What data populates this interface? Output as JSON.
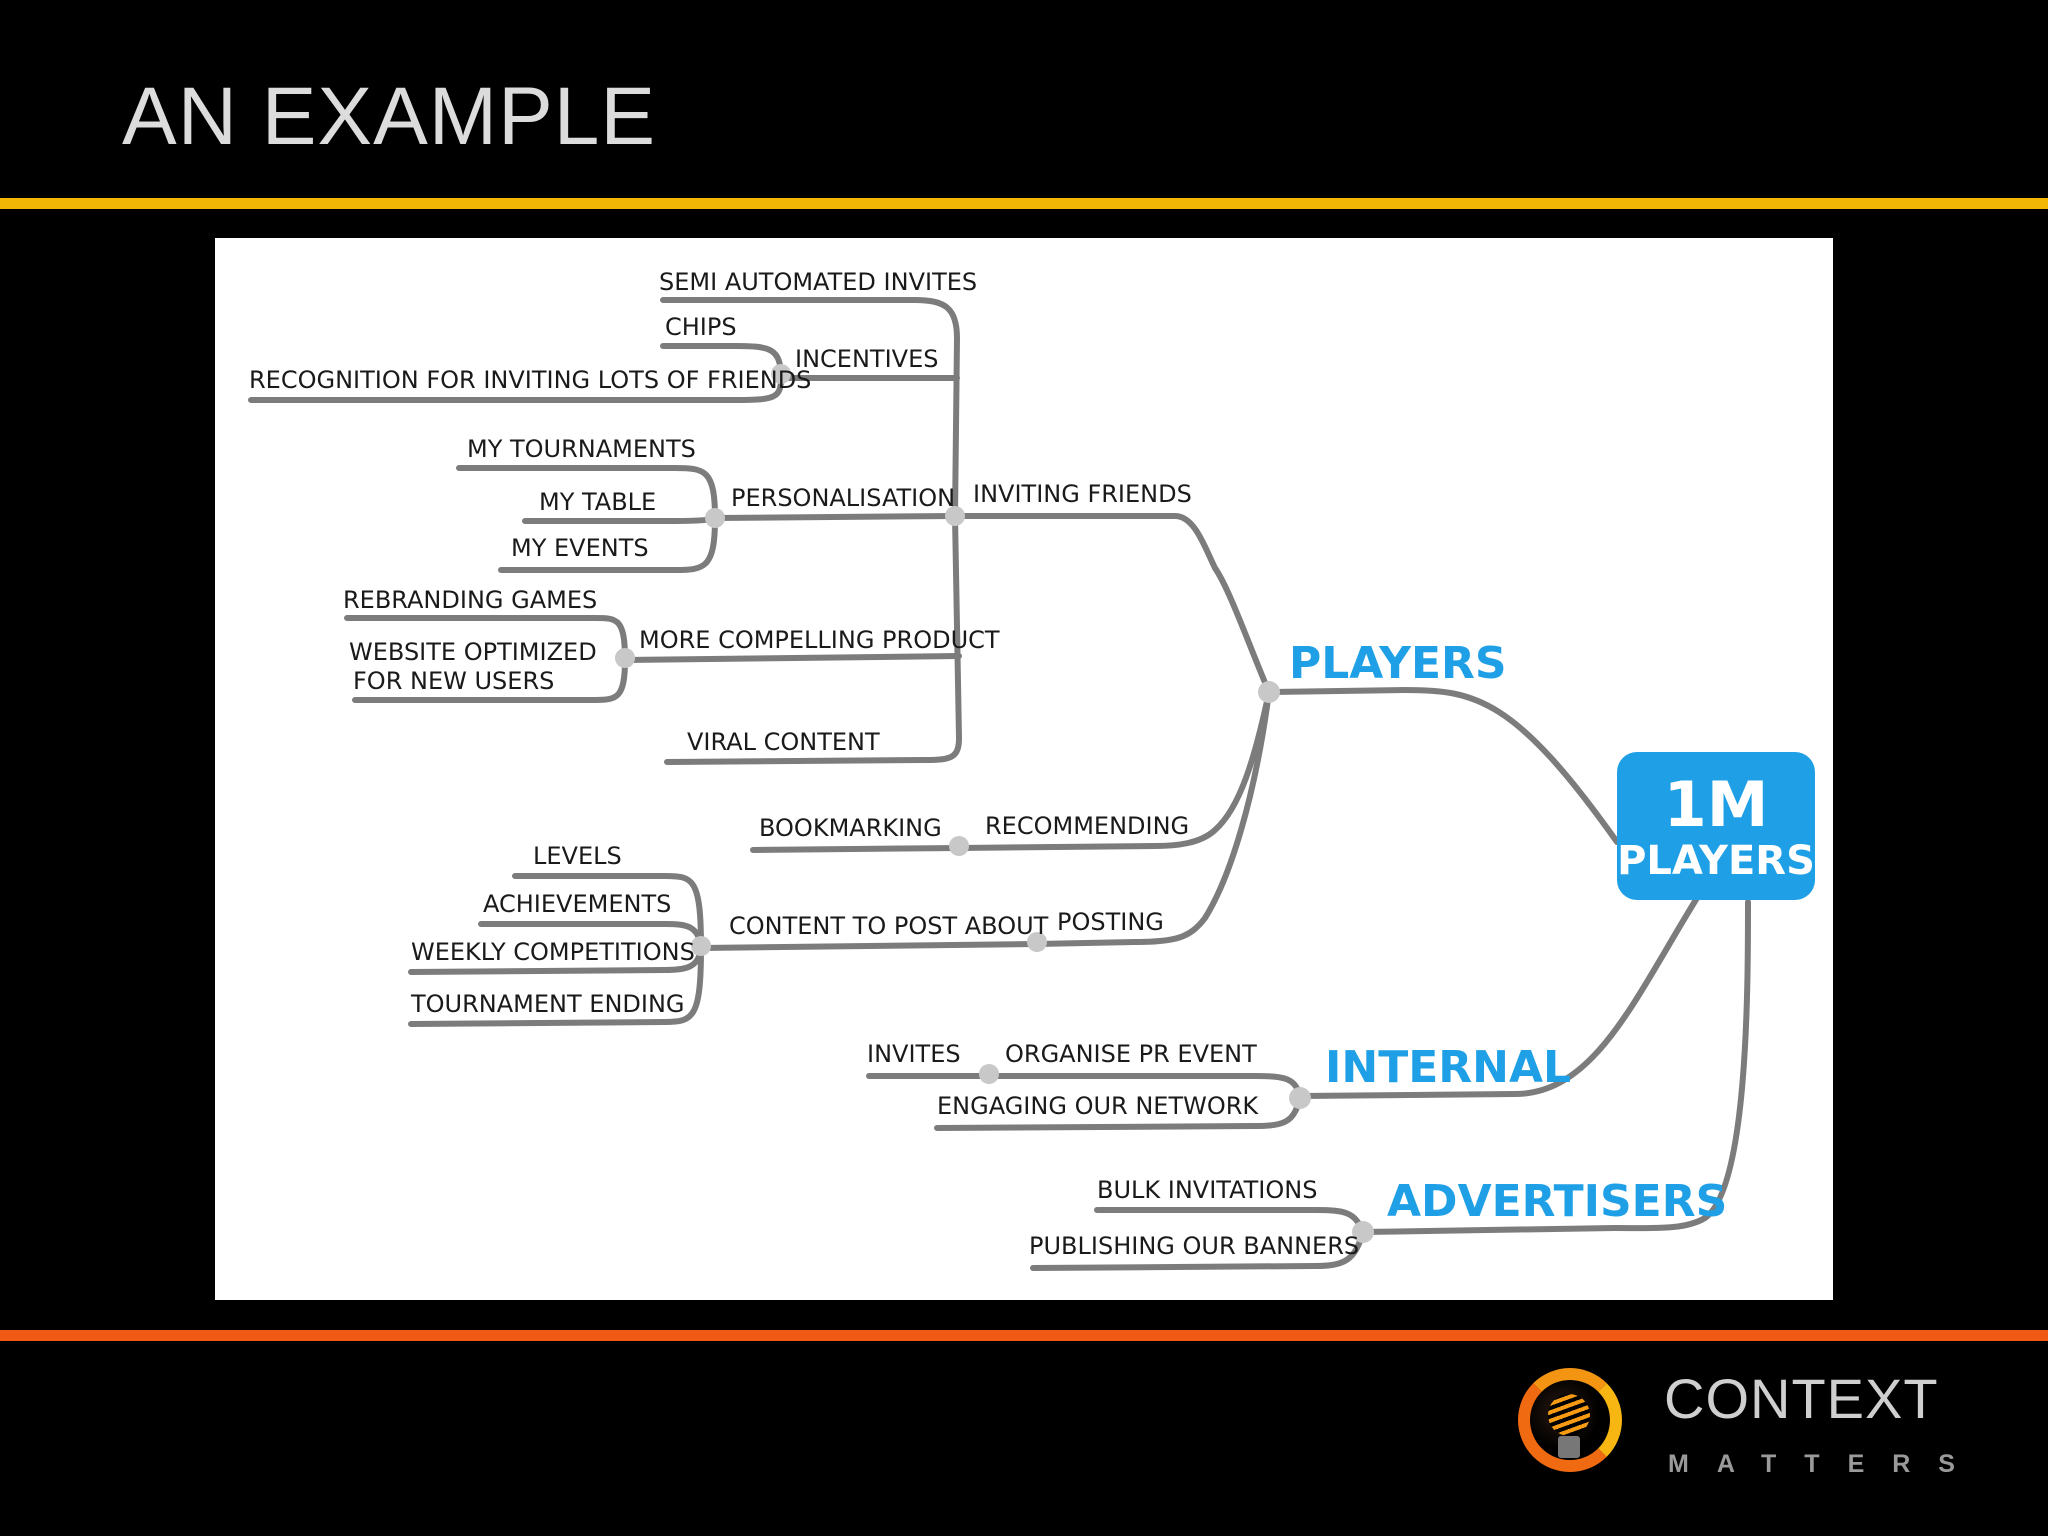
{
  "slide": {
    "title": "AN EXAMPLE"
  },
  "diagram": {
    "center": {
      "line1": "1M",
      "line2": "PLAYERS"
    },
    "branches": {
      "players": "PLAYERS",
      "internal": "INTERNAL",
      "advertisers": "ADVERTISERS"
    },
    "labels": {
      "semi_automated_invites": "SEMI AUTOMATED INVITES",
      "chips": "CHIPS",
      "incentives": "INCENTIVES",
      "recognition": "RECOGNITION FOR INVITING LOTS OF FRIENDS",
      "my_tournaments": "MY TOURNAMENTS",
      "my_table": "MY TABLE",
      "my_events": "MY EVENTS",
      "personalisation": "PERSONALISATION",
      "inviting_friends": "INVITING FRIENDS",
      "rebranding_games": "REBRANDING GAMES",
      "website_optimized_1": "WEBSITE OPTIMIZED",
      "website_optimized_2": "FOR NEW USERS",
      "more_compelling_product": "MORE COMPELLING PRODUCT",
      "viral_content": "VIRAL CONTENT",
      "bookmarking": "BOOKMARKING",
      "recommending": "RECOMMENDING",
      "levels": "LEVELS",
      "achievements": "ACHIEVEMENTS",
      "weekly_competitions": "WEEKLY COMPETITIONS",
      "tournament_ending": "TOURNAMENT ENDING",
      "content_to_post_about": "CONTENT TO POST ABOUT",
      "posting": "POSTING",
      "invites": "INVITES",
      "organise_pr_event": "ORGANISE PR EVENT",
      "engaging_our_network": "ENGAGING OUR NETWORK",
      "bulk_invitations": "BULK INVITATIONS",
      "publishing_our_banners": "PUBLISHING OUR BANNERS"
    },
    "colors": {
      "accent": "#1fa0e6",
      "branch": "#7c7c7c",
      "knot": "#c8c8c8"
    }
  },
  "logo": {
    "word": "CONTEXT",
    "sub": "MATTERS",
    "colors": {
      "ring": "#ef6a10",
      "ring_light": "#f7b611"
    }
  }
}
